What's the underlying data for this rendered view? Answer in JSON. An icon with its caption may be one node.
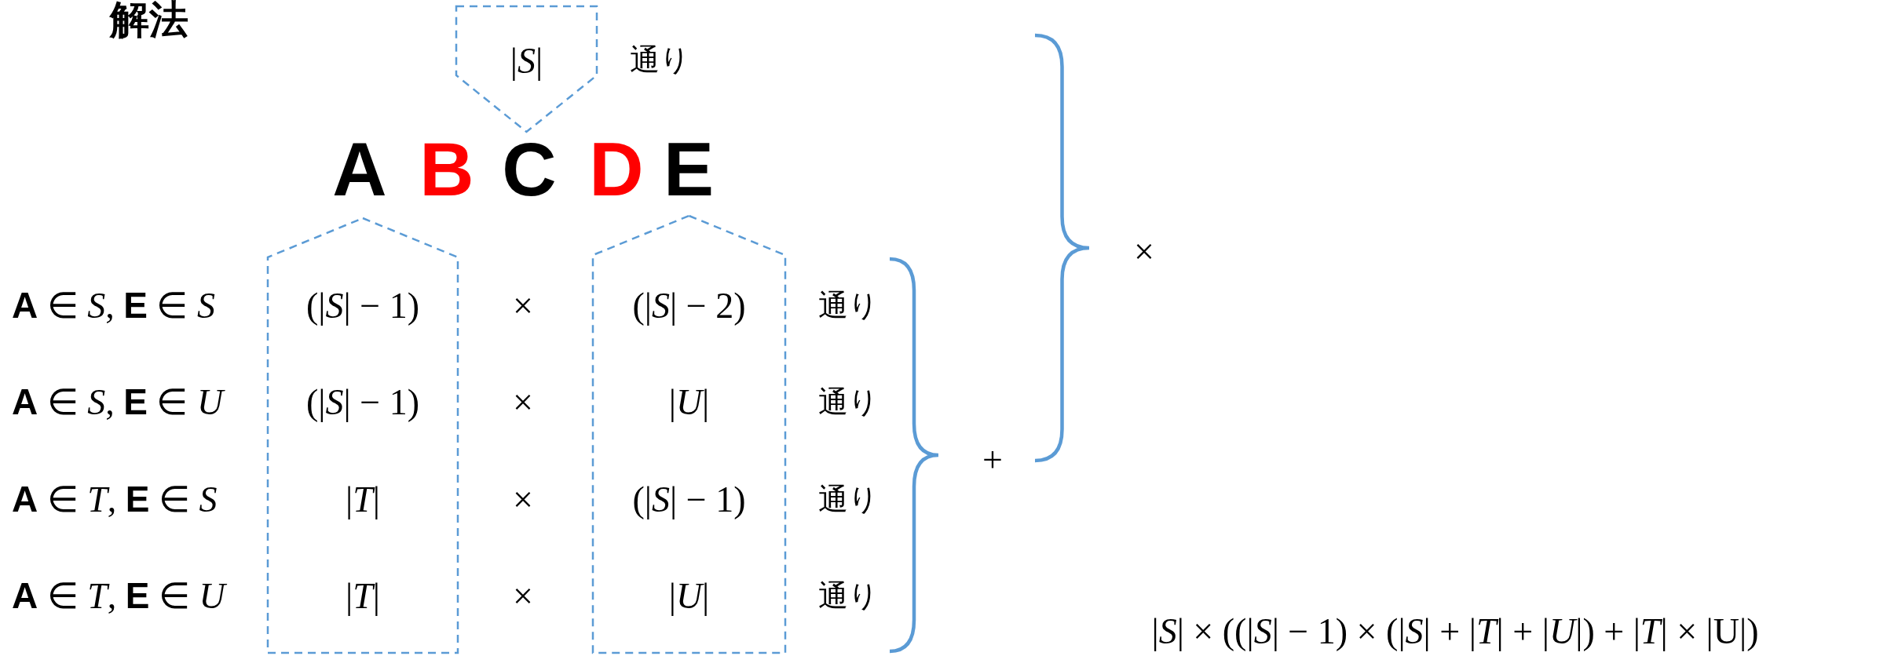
{
  "diagram": {
    "title": "解法",
    "nodes": [
      {
        "text": [
          "|*S*|"
        ],
        "beside": [
          "通り"
        ]
      },
      {
        "text": [
          "(|*S*| − 1)",
          "(|*S*| − 1)",
          "|*T*|",
          "|*T*|"
        ]
      },
      {
        "text": [
          "(|*S*| − 2)",
          "|*U*|",
          "(|*S*| − 1)",
          "|*U*|"
        ]
      }
    ],
    "labels": [
      "A",
      "B",
      "C",
      "D",
      "E",
      "×",
      "**A** ∈ *S*, **E** ∈ *S*",
      "×",
      "通り",
      "**A** ∈ *S*, **E** ∈ *U*",
      "×",
      "通り",
      "**A** ∈ *T*, **E** ∈ *S*",
      "×",
      "通り",
      "**A** ∈ *T*, **E** ∈ *U*",
      "×",
      "通り",
      "+",
      "|*S*| × ((|*S*| − 1) × (|*S*| + |*T*| + |*U*|) + |*T*| × |U|)"
    ]
  }
}
